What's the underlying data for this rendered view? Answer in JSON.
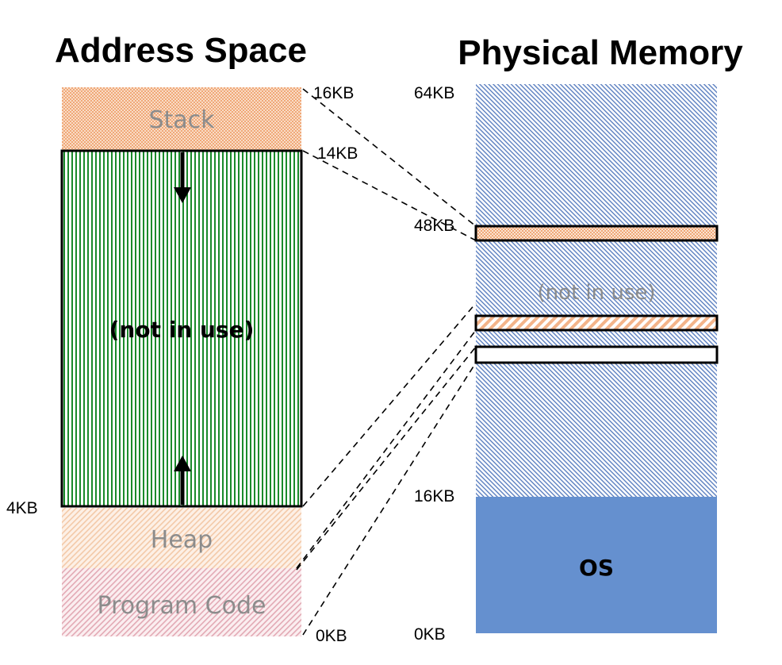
{
  "titles": {
    "address_space": "Address Space",
    "physical_memory": "Physical Memory"
  },
  "address_space": {
    "segments": {
      "stack": "Stack",
      "free": "(not in use)",
      "heap": "Heap",
      "code": "Program Code"
    },
    "ticks": {
      "top": "16KB",
      "stack_base": "14KB",
      "heap_top": "4KB",
      "bottom": "0KB"
    }
  },
  "physical_memory": {
    "labels": {
      "free": "(not in use)",
      "os": "OS"
    },
    "ticks": {
      "top": "64KB",
      "stack_slot": "48KB",
      "os_top": "16KB",
      "bottom": "0KB"
    }
  },
  "colors": {
    "stack": "#f3b48a",
    "heap": "#f3c9a8",
    "code": "#e7b3bd",
    "free_green": "#1a8a2a",
    "physical_hatch": "#4a6fb0",
    "os": "#6590cf"
  }
}
